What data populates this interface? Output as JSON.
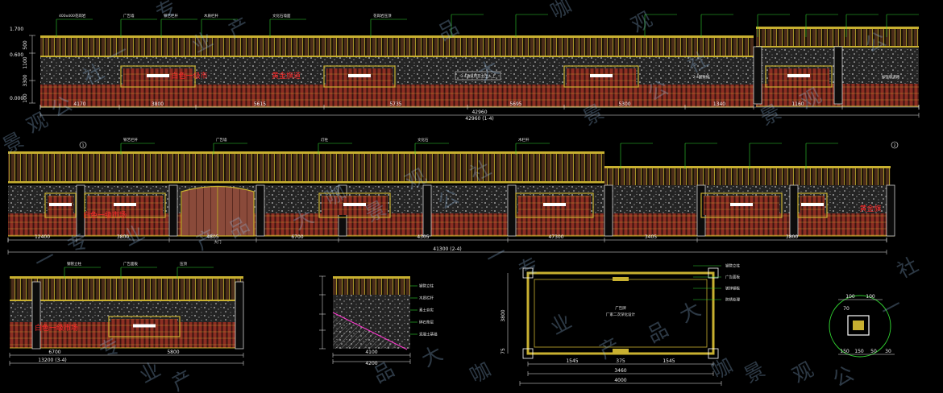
{
  "colors": {
    "background": "#000000",
    "fence": "#c8b030",
    "brick": "#a83a2c",
    "leader": "#30d030",
    "dimension": "#f2f2f2",
    "red_text": "#ff2a2a",
    "white_text": "#ffffff",
    "watermark": "#96bee6"
  },
  "watermark": {
    "chars": [
      "景",
      "观",
      "公",
      "社",
      "一",
      "专",
      "业",
      "产",
      "品",
      "大",
      "咖"
    ]
  },
  "elev1": {
    "level_marks": [
      "1.700",
      "0.600",
      "0.000"
    ],
    "left_dims": [
      "500",
      "1100",
      "3300",
      "100"
    ],
    "segment_dims": [
      "4170",
      "3800",
      "5615",
      "5735",
      "5695",
      "5300",
      "1340",
      "1160"
    ],
    "total_dim_a": "42960",
    "total_dim_b": "42960 (1-4)",
    "red_labels": [
      "白色一级市",
      "黄金旗道"
    ],
    "plaques": [
      "3-4通道所在主出入上",
      "2-4图数据",
      "加强版道路"
    ],
    "callouts": [
      "400x400花岗岩",
      "广告墙",
      "铁艺栏杆",
      "木质栏杆",
      "文化石墙面",
      "花岗岩压顶"
    ]
  },
  "elev2": {
    "section_marks": [
      "1",
      "2"
    ],
    "segment_dims": [
      "12400",
      "3800",
      "4805",
      "6700",
      "4305",
      "47300",
      "3405",
      "3800"
    ],
    "total_dim": "41300 (2-4)",
    "red_labels": [
      "白色一级市场",
      "黄金旗"
    ],
    "gate_label": "大门",
    "callouts": [
      "铁艺栏杆",
      "广告墙",
      "灯柱",
      "文化石",
      "木栏杆"
    ]
  },
  "elev3": {
    "red_label": "白色一级市场",
    "dims": [
      "6700",
      "5800"
    ],
    "total_dim": "13200 (3-4)",
    "callouts": [
      "钢管立柱",
      "广告面板",
      "压顶"
    ]
  },
  "section": {
    "dims": [
      "4100",
      "4200"
    ],
    "callouts": [
      "钢管立柱",
      "木质栏杆",
      "素土夯实",
      "碎石垫层",
      "混凝土基础"
    ]
  },
  "plan": {
    "dims_bottom": [
      "1545",
      "375",
      "1545"
    ],
    "total_a": "3460",
    "total_b": "4000",
    "left_dims": [
      "3800",
      "75"
    ],
    "center_text": [
      "广告牌",
      "厂家二次深化设计"
    ],
    "callouts": [
      "钢管立柱",
      "广告面板",
      "镀锌钢板",
      "防锈处理"
    ]
  },
  "detail": {
    "dims_top": [
      "100",
      "100"
    ],
    "dims_bottom": [
      "150",
      "150",
      "50",
      "30"
    ],
    "label": "70"
  }
}
